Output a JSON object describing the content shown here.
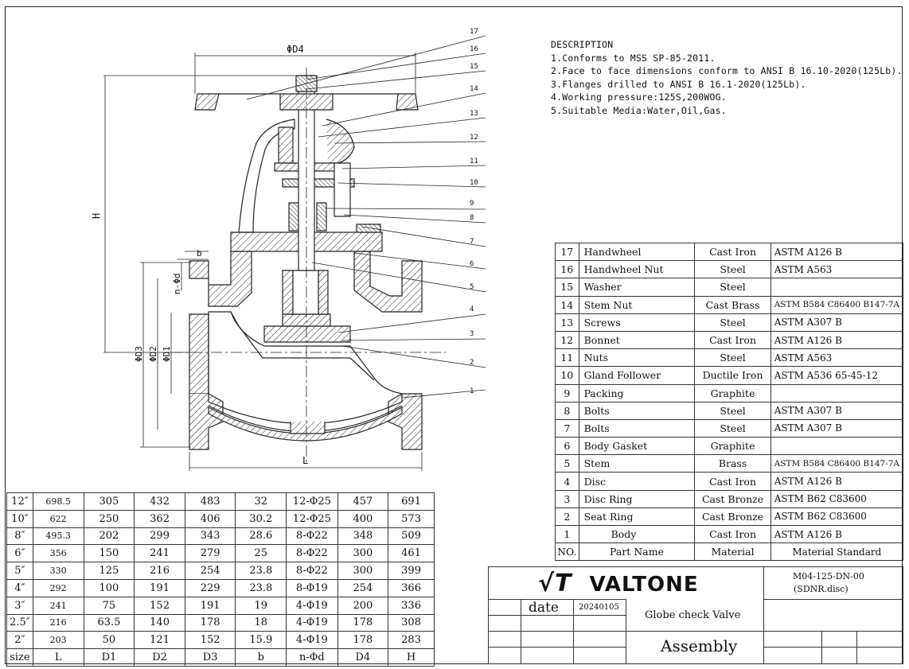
{
  "description": {
    "heading": "DESCRIPTION",
    "lines": [
      "1.Conforms to MSS SP-85-2011.",
      "2.Face to face dimensions conform to ANSI B 16.10-2020(125Lb).",
      "3.Flanges drilled to ANSI B 16.1-2020(125Lb).",
      "4.Working pressure:125S,200WOG.",
      "5.Suitable Media:Water,Oil,Gas."
    ]
  },
  "drawing_labels": {
    "d4": "ΦD4",
    "h": "H",
    "l": "L",
    "b": "b",
    "nd": "n-Φd",
    "d1": "ΦD1",
    "d2": "ΦD2",
    "d3": "ΦD3",
    "callouts": [
      "17",
      "16",
      "15",
      "14",
      "13",
      "12",
      "11",
      "10",
      "9",
      "8",
      "7",
      "6",
      "5",
      "4",
      "3",
      "2",
      "1"
    ]
  },
  "dimensions": {
    "rows": [
      [
        "12″",
        "698.5",
        "305",
        "432",
        "483",
        "32",
        "12-Φ25",
        "457",
        "691"
      ],
      [
        "10″",
        "622",
        "250",
        "362",
        "406",
        "30.2",
        "12-Φ25",
        "400",
        "573"
      ],
      [
        "8″",
        "495.3",
        "202",
        "299",
        "343",
        "28.6",
        "8-Φ22",
        "348",
        "509"
      ],
      [
        "6″",
        "356",
        "150",
        "241",
        "279",
        "25",
        "8-Φ22",
        "300",
        "461"
      ],
      [
        "5″",
        "330",
        "125",
        "216",
        "254",
        "23.8",
        "8-Φ22",
        "300",
        "399"
      ],
      [
        "4″",
        "292",
        "100",
        "191",
        "229",
        "23.8",
        "8-Φ19",
        "254",
        "366"
      ],
      [
        "3″",
        "241",
        "75",
        "152",
        "191",
        "19",
        "4-Φ19",
        "200",
        "336"
      ],
      [
        "2.5″",
        "216",
        "63.5",
        "140",
        "178",
        "18",
        "4-Φ19",
        "178",
        "308"
      ],
      [
        "2″",
        "203",
        "50",
        "121",
        "152",
        "15.9",
        "4-Φ19",
        "178",
        "283"
      ]
    ],
    "header": [
      "size",
      "L",
      "D1",
      "D2",
      "D3",
      "b",
      "n-Φd",
      "D4",
      "H"
    ]
  },
  "parts": {
    "rows": [
      [
        "17",
        "Handwheel",
        "Cast Iron",
        "ASTM A126 B"
      ],
      [
        "16",
        "Handwheel Nut",
        "Steel",
        "ASTM A563"
      ],
      [
        "15",
        "Washer",
        "Steel",
        ""
      ],
      [
        "14",
        "Stem Nut",
        "Cast Brass",
        "ASTM B584  C86400 B147-7A"
      ],
      [
        "13",
        "Screws",
        "Steel",
        "ASTM A307 B"
      ],
      [
        "12",
        "Bonnet",
        "Cast Iron",
        "ASTM A126 B"
      ],
      [
        "11",
        "Nuts",
        "Steel",
        "ASTM A563"
      ],
      [
        "10",
        "Gland Follower",
        "Ductile Iron",
        "ASTM A536 65-45-12"
      ],
      [
        "9",
        "Packing",
        "Graphite",
        ""
      ],
      [
        "8",
        "Bolts",
        "Steel",
        "ASTM A307 B"
      ],
      [
        "7",
        "Bolts",
        "Steel",
        "ASTM A307 B"
      ],
      [
        "6",
        "Body Gasket",
        "Graphite",
        ""
      ],
      [
        "5",
        "Stem",
        "Brass",
        "ASTM B584  C86400 B147-7A"
      ],
      [
        "4",
        "Disc",
        "Cast Iron",
        "ASTM A126 B"
      ],
      [
        "3",
        "Disc Ring",
        "Cast Bronze",
        "ASTM B62 C83600"
      ],
      [
        "2",
        "Seat Ring",
        "Cast Bronze",
        "ASTM B62 C83600"
      ],
      [
        "1",
        "Body",
        "Cast Iron",
        "ASTM A126 B"
      ]
    ],
    "header": [
      "NO.",
      "Part Name",
      "Material",
      "Material Standard"
    ]
  },
  "title_block": {
    "logo_mark": "√T",
    "brand": "VALTONE",
    "drawing_no": "M04-125-DN-00",
    "drawing_sub": "(SDNR.disc)",
    "date_label": "date",
    "date_value": "20240105",
    "title": "Globe check Valve",
    "subtitle": "Assembly"
  }
}
